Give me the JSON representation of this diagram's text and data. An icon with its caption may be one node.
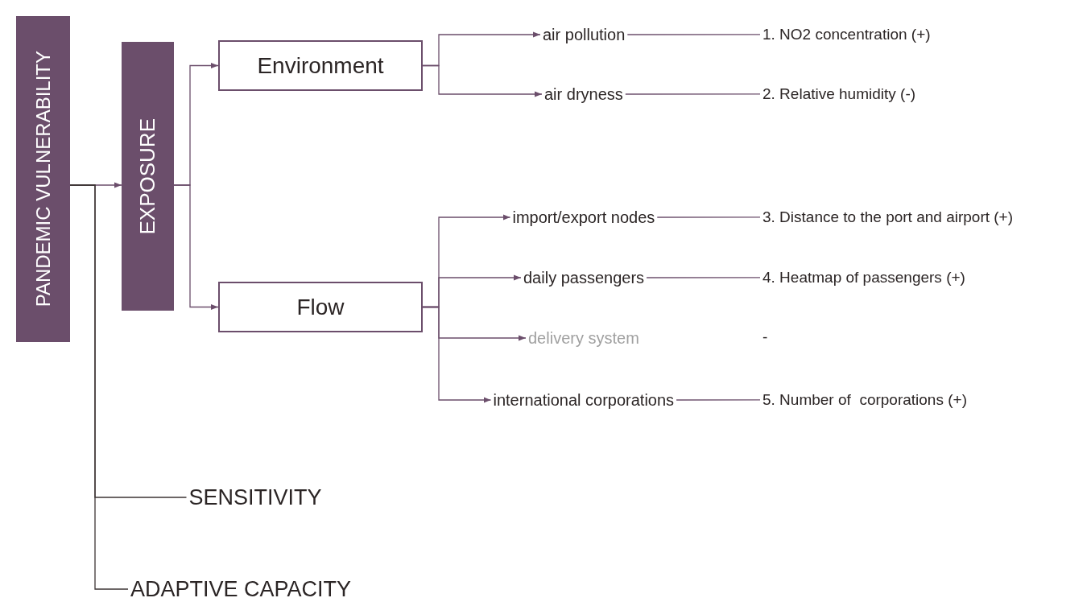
{
  "diagram": {
    "nodes": [
      {
        "text": [
          "PANDEMIC VULNERABILITY"
        ]
      },
      {
        "text": [
          "EXPOSURE"
        ]
      },
      {
        "text": [
          "Environment"
        ]
      },
      {
        "text": [
          "Flow"
        ]
      },
      {
        "text": [
          "air pollution"
        ]
      },
      {
        "text": [
          "air dryness"
        ]
      },
      {
        "text": [
          "import/export nodes"
        ]
      },
      {
        "text": [
          "daily passengers"
        ]
      },
      {
        "text": [
          "delivery system"
        ]
      },
      {
        "text": [
          "international corporations"
        ]
      },
      {
        "text": [
          "1. NO2 concentration (+)"
        ]
      },
      {
        "text": [
          "2. Relative humidity (-)"
        ]
      },
      {
        "text": [
          "3. Distance to the port and airport (+)"
        ]
      },
      {
        "text": [
          "4. Heatmap of passengers (+)"
        ]
      },
      {
        "text": [
          "5. Number of  corporations (+)"
        ]
      },
      {
        "text": [
          "SENSITIVITY"
        ]
      },
      {
        "text": [
          "ADAPTIVE CAPACITY"
        ]
      }
    ],
    "edges": [
      {
        "from": 0,
        "to": 1,
        "arrow": "to"
      },
      {
        "from": 1,
        "to": 2,
        "arrow": "to"
      },
      {
        "from": 1,
        "to": 3,
        "arrow": "to"
      },
      {
        "from": 2,
        "to": 4,
        "arrow": "to"
      },
      {
        "from": 2,
        "to": 5,
        "arrow": "to"
      },
      {
        "from": 3,
        "to": 6,
        "arrow": "to"
      },
      {
        "from": 3,
        "to": 7,
        "arrow": "to"
      },
      {
        "from": 3,
        "to": 8,
        "arrow": "to"
      },
      {
        "from": 3,
        "to": 9,
        "arrow": "to"
      },
      {
        "from": 4,
        "to": 10,
        "arrow": "none"
      },
      {
        "from": 5,
        "to": 11,
        "arrow": "none"
      },
      {
        "from": 6,
        "to": 12,
        "arrow": "none"
      },
      {
        "from": 7,
        "to": 13,
        "arrow": "none"
      },
      {
        "from": 9,
        "to": 14,
        "arrow": "none"
      },
      {
        "from": 0,
        "to": 15,
        "arrow": "none",
        "color": "#3d3535"
      },
      {
        "from": 0,
        "to": 16,
        "arrow": "none",
        "color": "#3d3535"
      }
    ],
    "labels": [
      "-"
    ]
  }
}
